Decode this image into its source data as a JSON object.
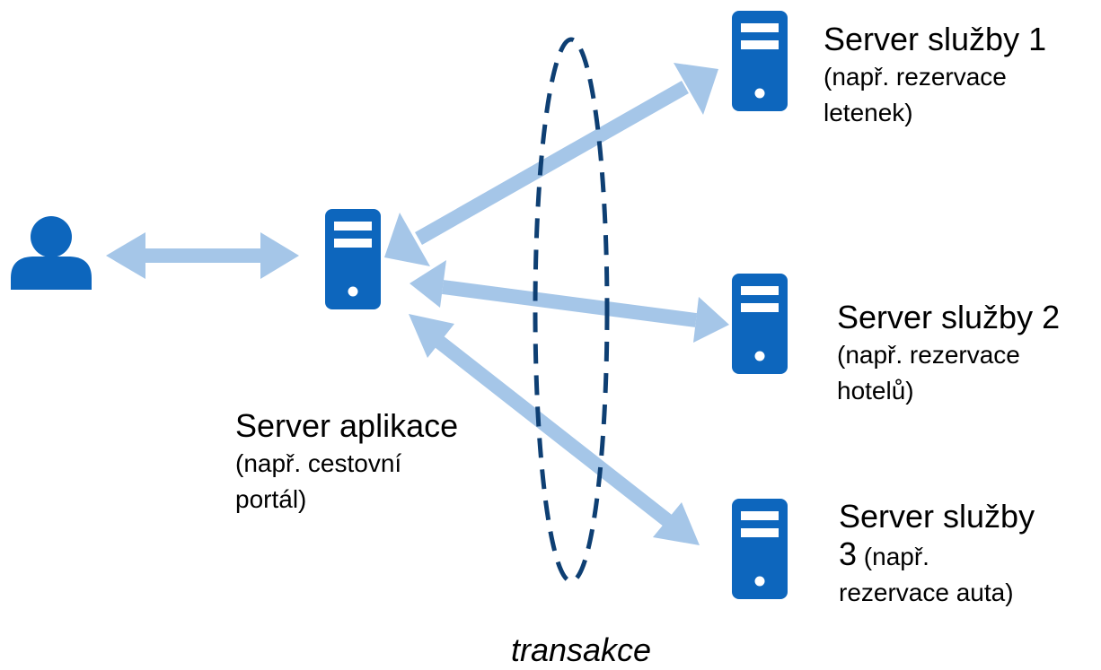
{
  "colors": {
    "icon": "#0D66BD",
    "arrow": "#A5C6E8",
    "ellipse": "#0E3F73",
    "text": "#000000"
  },
  "icons": {
    "user": "user-icon",
    "server": "server-icon"
  },
  "app_server": {
    "title": "Server aplikace",
    "desc_line1": "(např. cestovní",
    "desc_line2": "portál)"
  },
  "service_1": {
    "title": "Server služby 1",
    "desc_line1": "(např. rezervace",
    "desc_line2": "letenek)"
  },
  "service_2": {
    "title": "Server služby 2",
    "desc_line1": "(např. rezervace",
    "desc_line2": "hotelů)"
  },
  "service_3": {
    "title_line1": "Server služby",
    "title_line2_num": "3",
    "title_line2_rest": " (např.",
    "desc_line3": "rezervace auta)"
  },
  "transaction_label": "transakce"
}
